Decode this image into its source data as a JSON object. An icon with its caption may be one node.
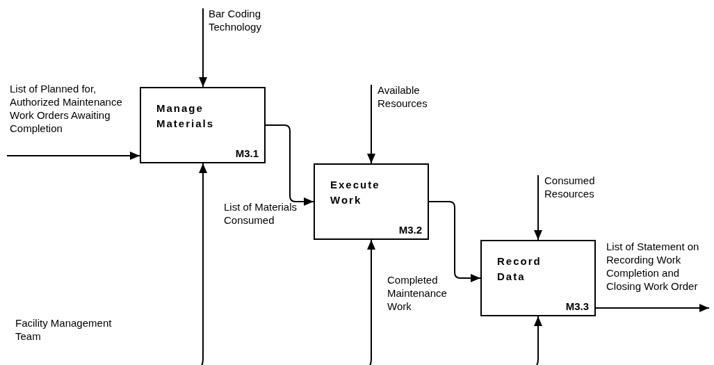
{
  "diagram": {
    "nodes": [
      {
        "text": [
          "Bar Coding Technology"
        ]
      },
      {
        "text": [
          "Manage Materials",
          "M3.1"
        ]
      },
      {
        "text": [
          "Available Resources"
        ]
      },
      {
        "text": [
          "Execute Work",
          "M3.2"
        ]
      },
      {
        "text": [
          "Consumed Resources"
        ]
      },
      {
        "text": [
          "Record Data",
          "M3.3"
        ]
      }
    ],
    "edges": [
      {
        "from": 0,
        "to": 1,
        "arrow": "to"
      },
      {
        "from": null,
        "to": 1,
        "arrow": "to"
      },
      {
        "from": 1,
        "to": 3,
        "arrow": "to",
        "label": "List of Materials Consumed"
      },
      {
        "from": 2,
        "to": 3,
        "arrow": "to"
      },
      {
        "from": 3,
        "to": 5,
        "arrow": "to",
        "label": "Completed Maintenance Work"
      },
      {
        "from": 4,
        "to": 5,
        "arrow": "to"
      },
      {
        "from": 5,
        "to": null,
        "arrow": "to"
      },
      {
        "from": null,
        "to": 1,
        "arrow": "to"
      },
      {
        "from": null,
        "to": 3,
        "arrow": "to"
      },
      {
        "from": null,
        "to": 5,
        "arrow": "to"
      }
    ],
    "labels": [
      "List of Planned for, Authorized Maintenance Work Orders Awaiting Completion",
      "List of Statement on Recording Work Completion and Closing Work Order",
      "Facility Management Team"
    ]
  }
}
